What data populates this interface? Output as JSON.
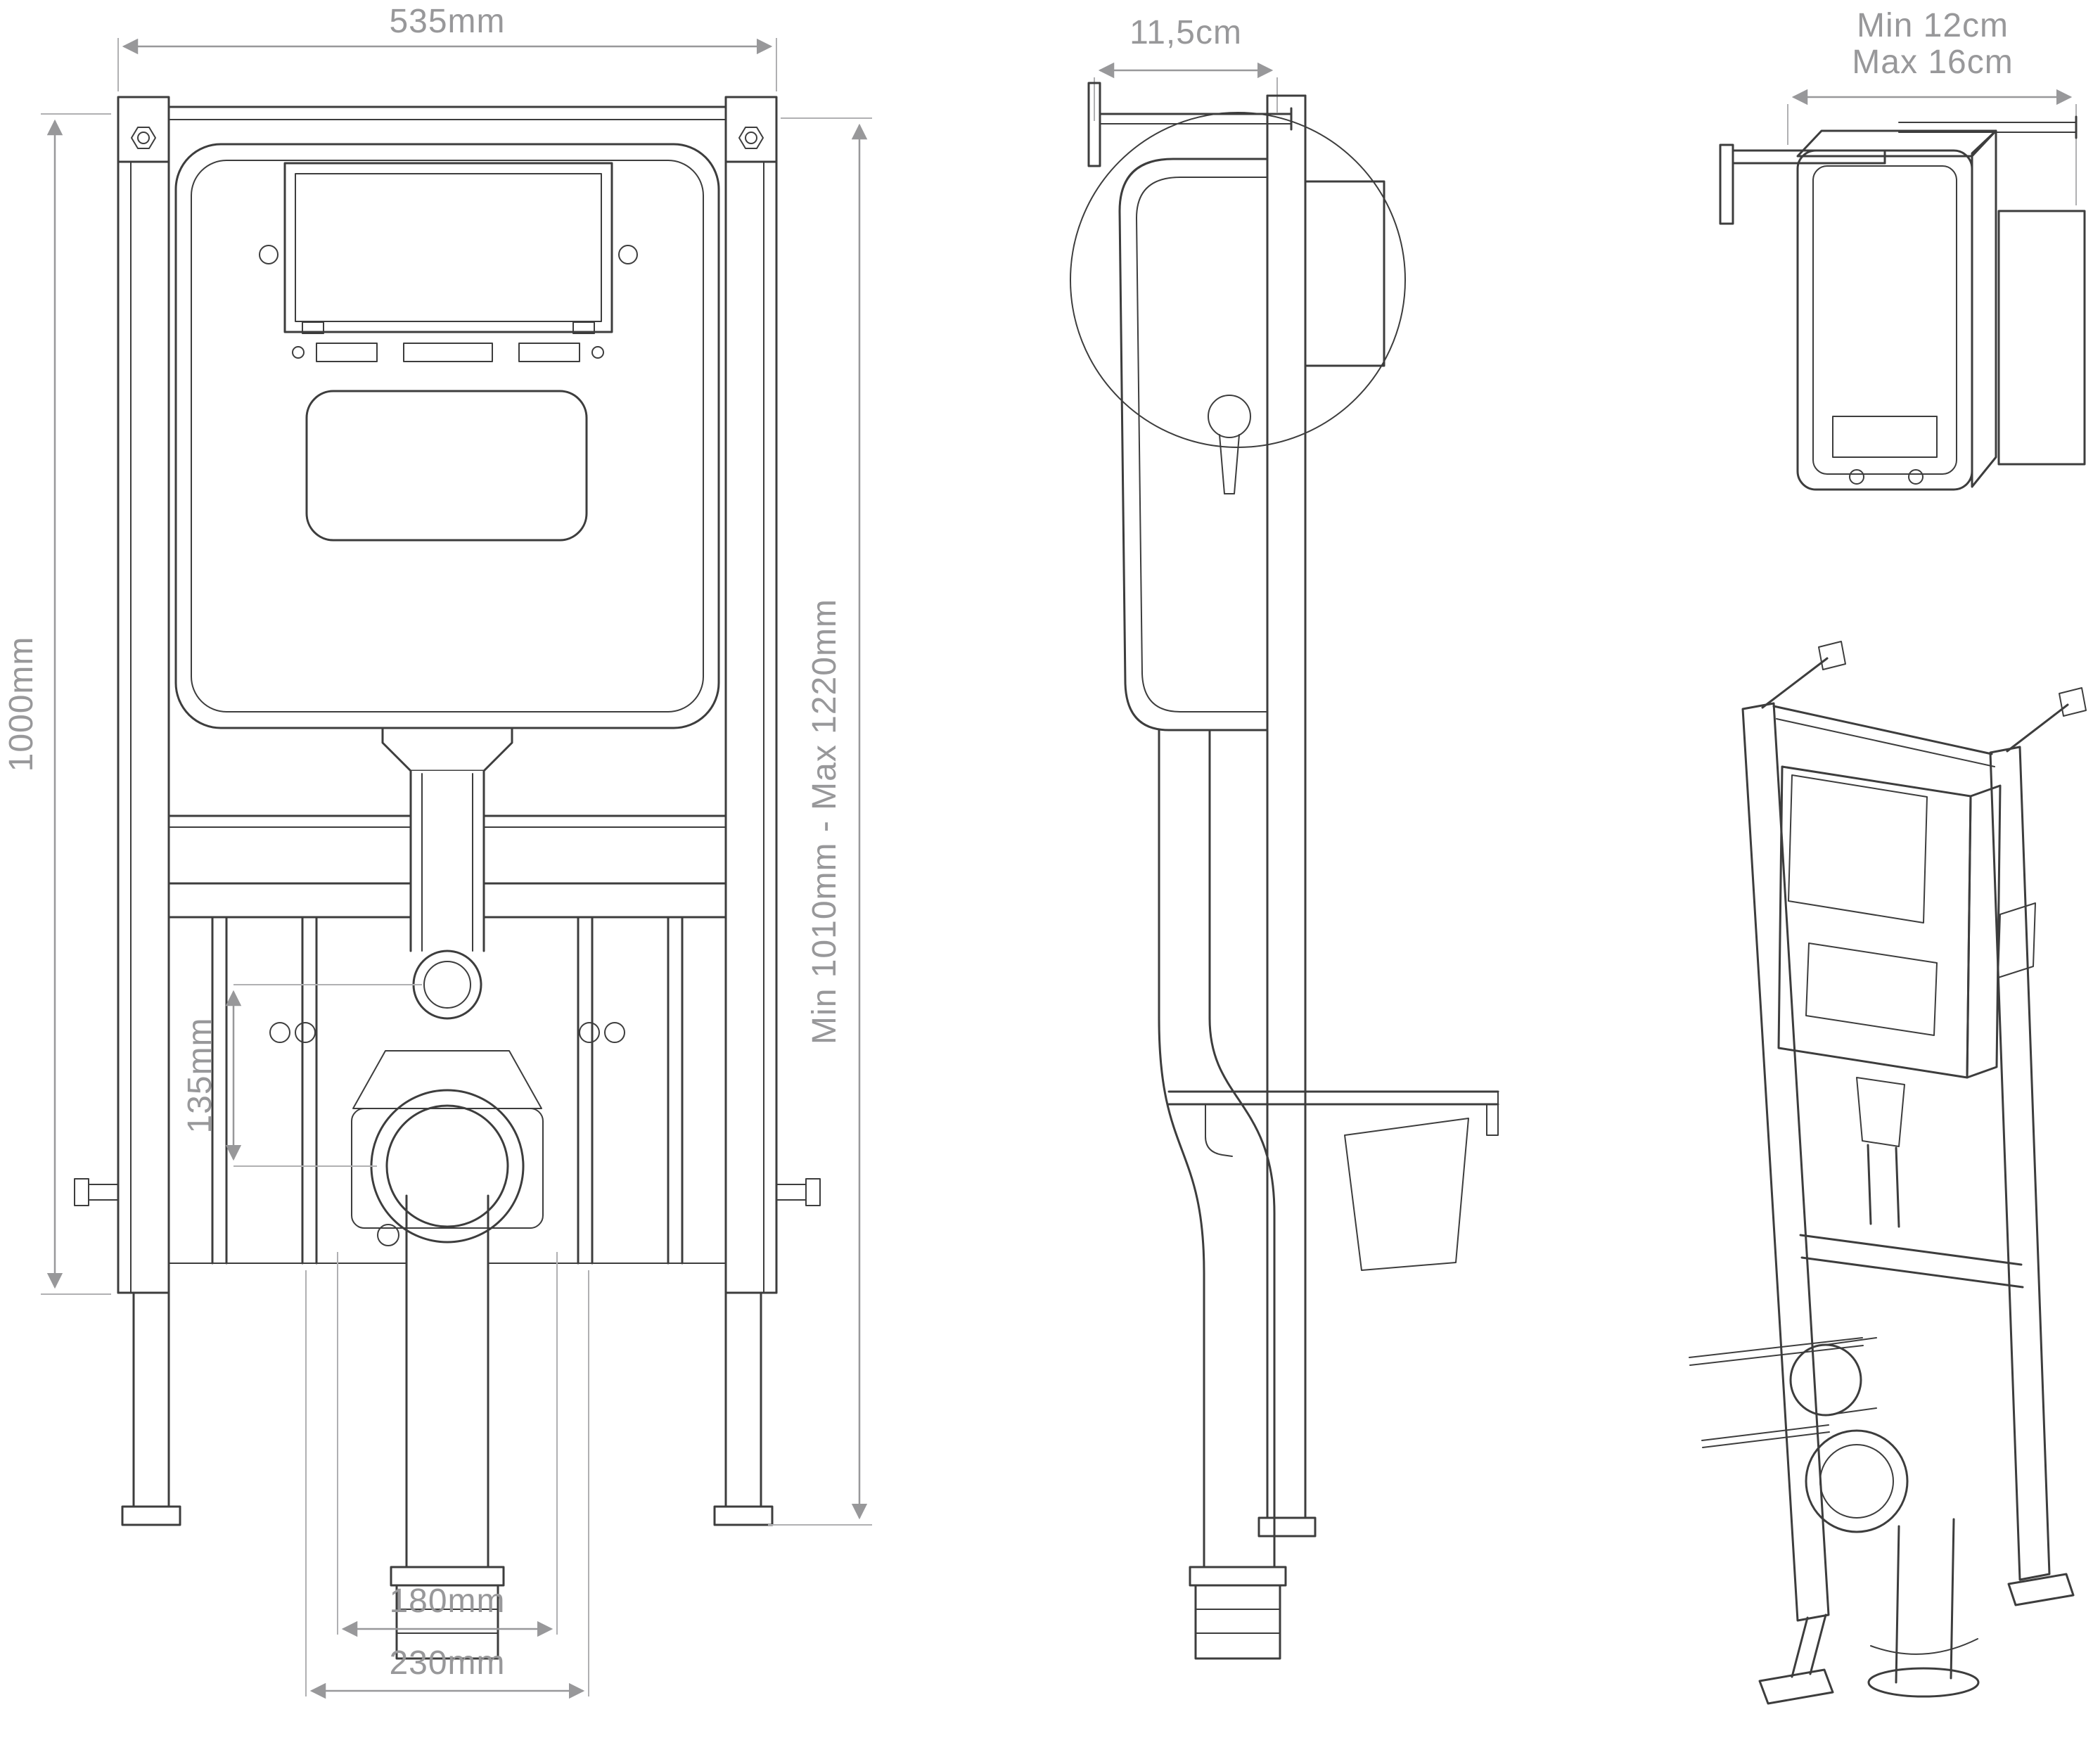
{
  "page": {
    "background": "#ffffff"
  },
  "colors": {
    "drawing_line": "#3d3d3d",
    "dimension": "#98989a"
  },
  "views": {
    "front": {
      "dimensions": {
        "width": "535mm",
        "height": "1000mm",
        "height_range": "Min 1010mm - Max 1220mm",
        "inlet_to_outlet": "135mm",
        "fixing_centres": "180mm",
        "outlet_centres": "230mm"
      }
    },
    "side": {
      "dimensions": {
        "depth": "11,5cm"
      }
    },
    "perspective": {
      "dimensions": {
        "wall_min": "Min 12cm",
        "wall_max": "Max 16cm"
      }
    }
  }
}
